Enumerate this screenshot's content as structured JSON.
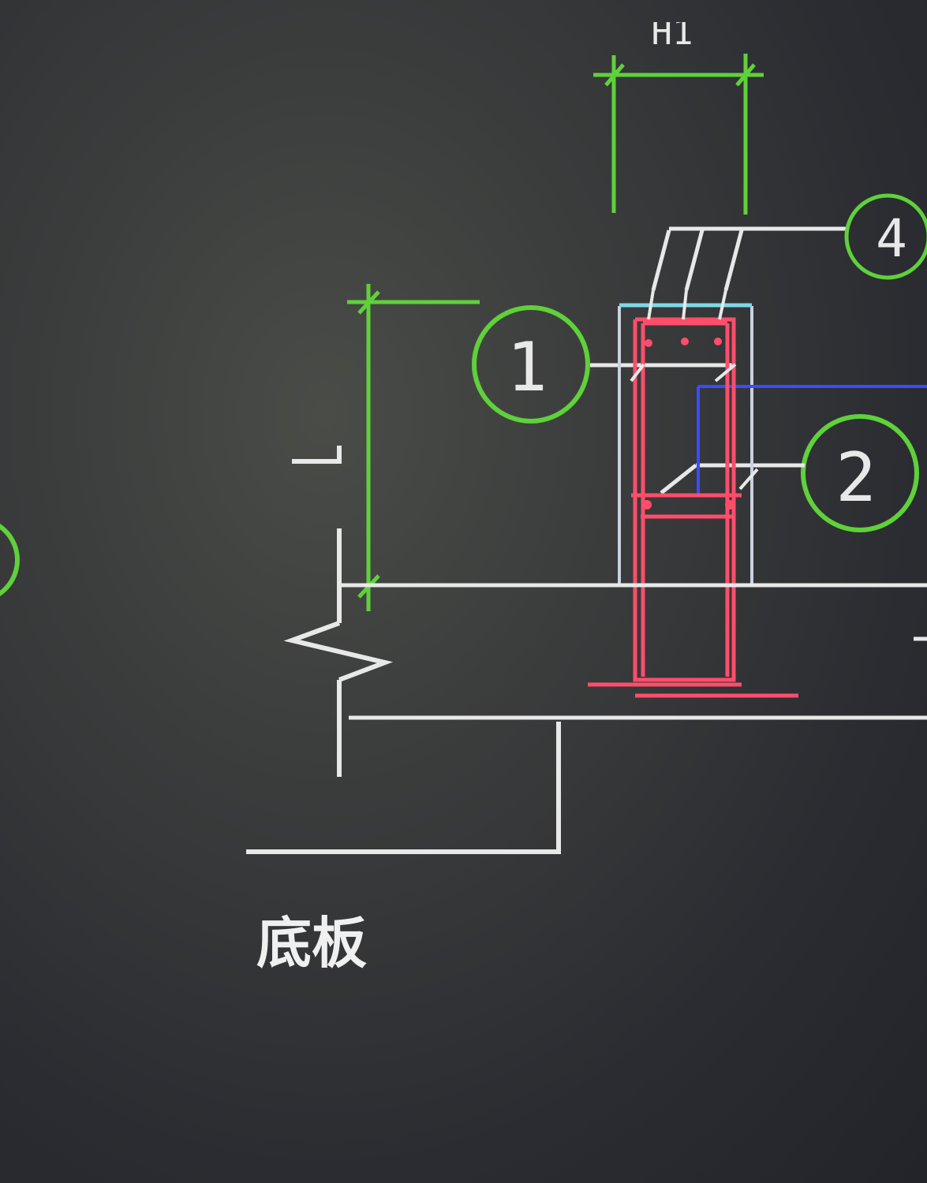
{
  "drawing": {
    "top_dimension_label": "H1",
    "left_dimension_label": "L",
    "base_label": "底板",
    "callouts": [
      {
        "id": "1",
        "text": "1"
      },
      {
        "id": "2",
        "text": "2"
      },
      {
        "id": "4",
        "text": "4"
      }
    ]
  },
  "colors": {
    "background": "#2b2d31",
    "line_white": "#e8e8e8",
    "dimension_green": "#5fd13a",
    "rebar_red": "#ff4d6a",
    "stirrup_blue": "#3a4cff",
    "outline_cyan": "#7fd8e8"
  }
}
